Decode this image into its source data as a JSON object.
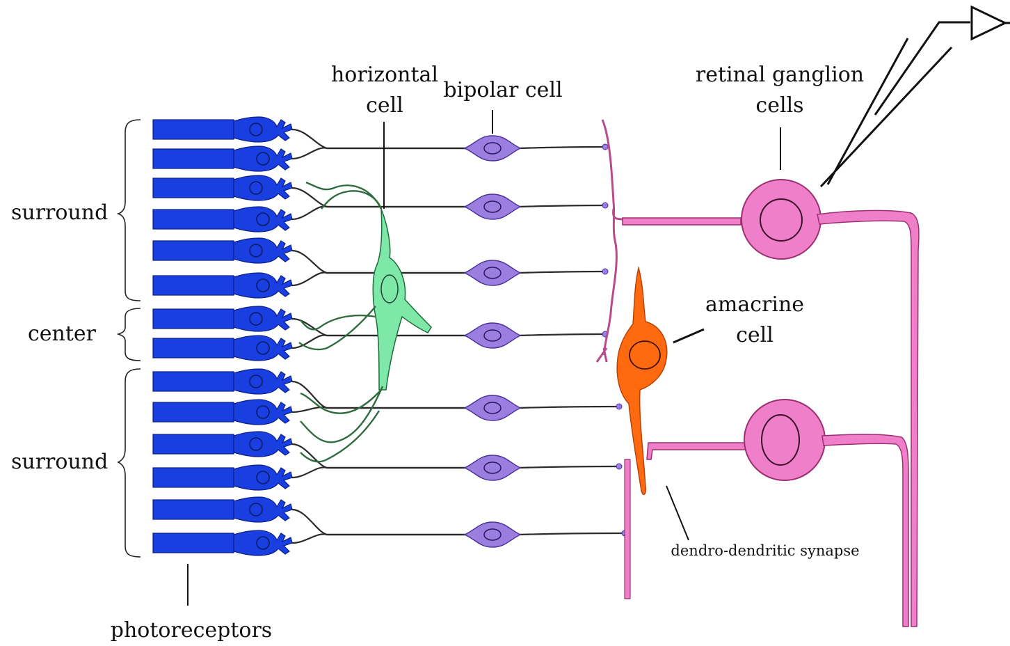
{
  "labels": {
    "horizontal_cell": [
      "horizontal",
      "cell"
    ],
    "bipolar_cell": "bipolar cell",
    "retinal_ganglion_cells": [
      "retinal ganglion",
      "cells"
    ],
    "surround_top": "surround",
    "center": "center",
    "surround_bottom": "surround",
    "amacrine_cell": [
      "amacrine",
      "cell"
    ],
    "dendro_dendritic_synapse": "dendro-dendritic synapse",
    "photoreceptors": "photoreceptors"
  },
  "colors": {
    "photoreceptor": "#1a3fe0",
    "photoreceptor_outline": "#0b1f8a",
    "horizontal_cell": "#7ee8a8",
    "bipolar_cell": "#9a7fe0",
    "ganglion_cell": "#ee7fc8",
    "amacrine_cell": "#ff6a10",
    "wire": "#2a2a2a"
  },
  "counts": {
    "photoreceptors": 14,
    "bipolar_cells": 7,
    "ganglion_cells": 2
  }
}
